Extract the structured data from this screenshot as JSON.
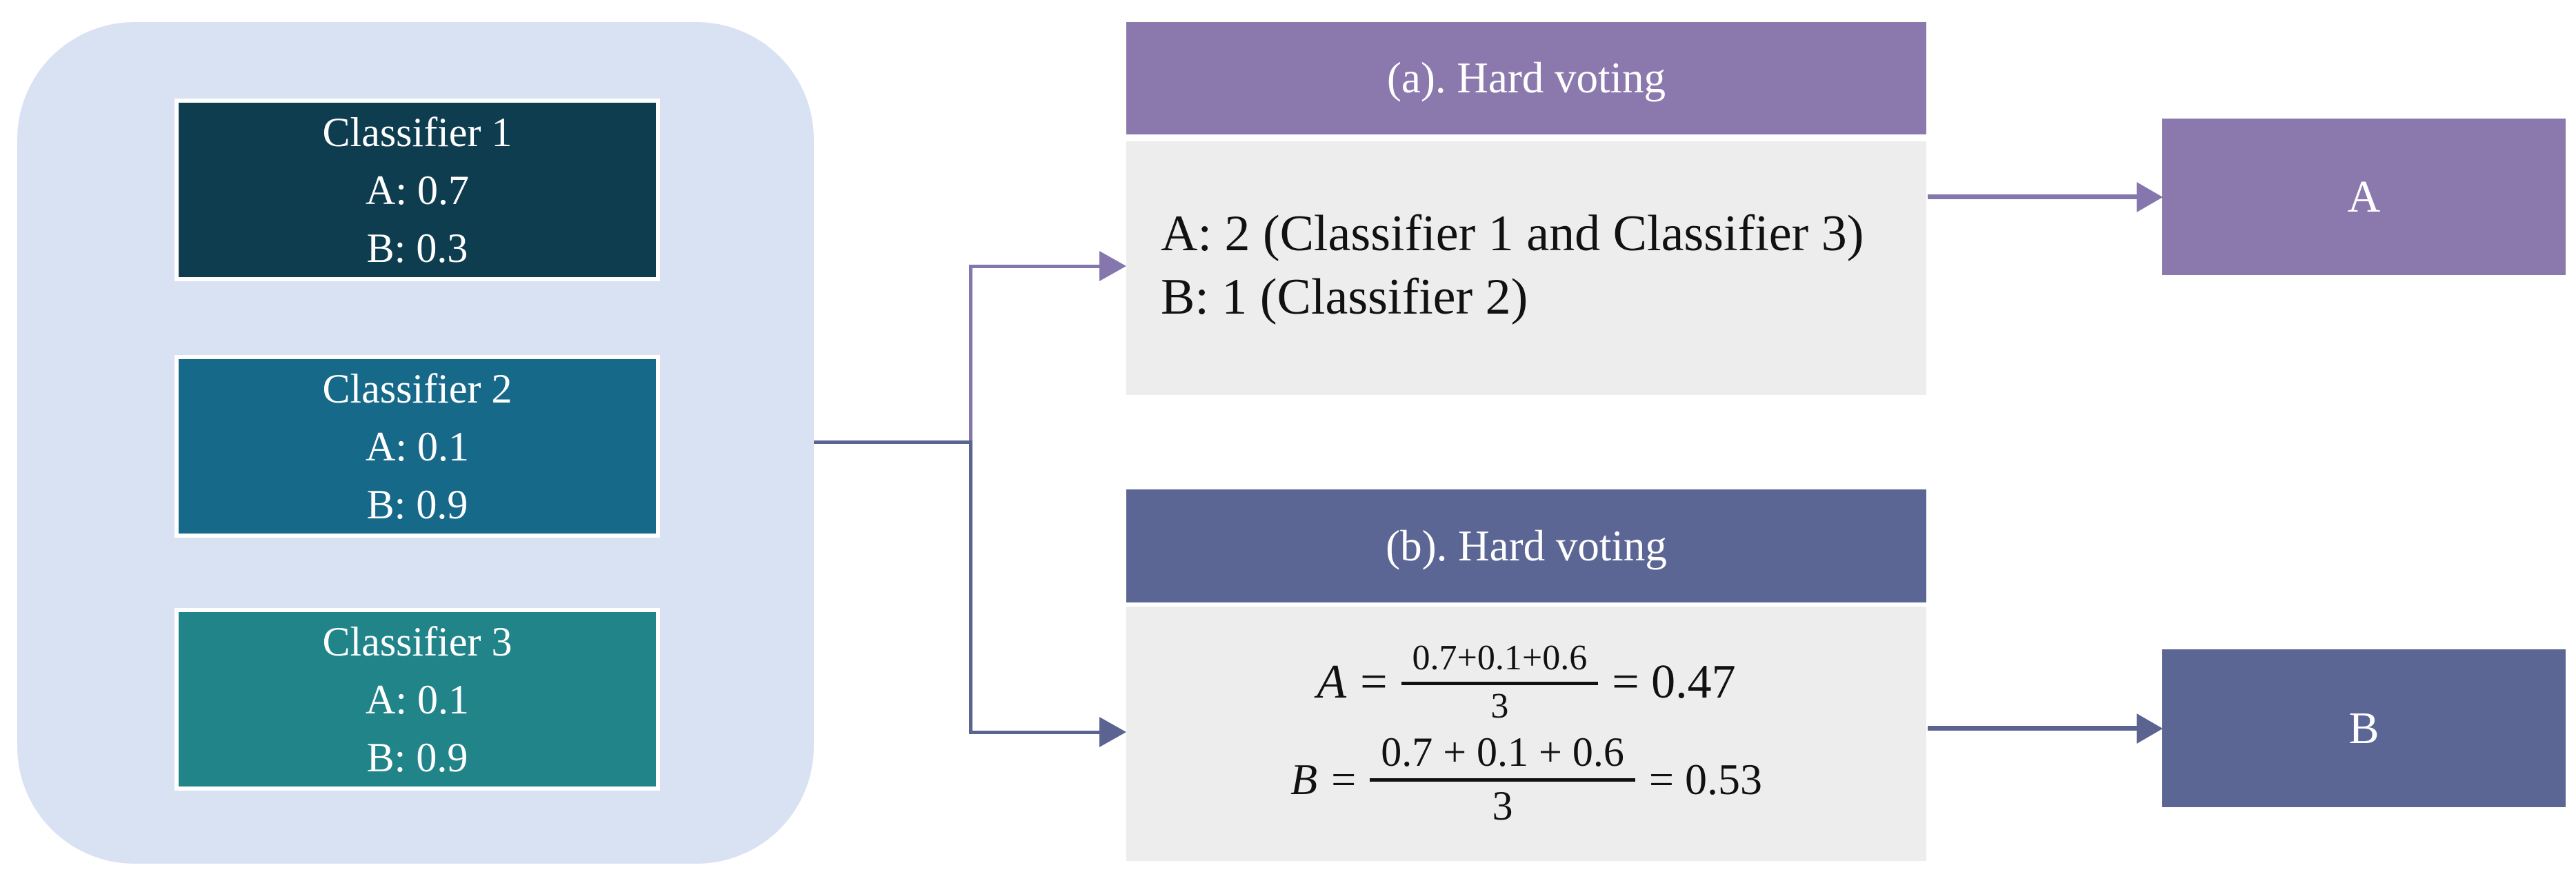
{
  "colors": {
    "container_bg": "#d9e2f3",
    "clf1_bg": "#0e3d50",
    "clf2_bg": "#17698a",
    "clf3_bg": "#218489",
    "purple_fill": "#8b79ae",
    "purple_line": "#8577ad",
    "slate_fill": "#5c6695",
    "slate_line": "#5b6491",
    "body_bg": "#ededed",
    "text_light": "#ffffff",
    "text_dark": "#111111"
  },
  "classifiers": [
    {
      "name": "Classifier 1",
      "prob_a": "A: 0.7",
      "prob_b": "B: 0.3"
    },
    {
      "name": "Classifier 2",
      "prob_a": "A: 0.1",
      "prob_b": "B: 0.9"
    },
    {
      "name": "Classifier 3",
      "prob_a": "A: 0.1",
      "prob_b": "B: 0.9"
    }
  ],
  "panel_a": {
    "title": "(a). Hard voting",
    "vote_line_a": "A: 2 (Classifier 1 and Classifier 3)",
    "vote_line_b": "B: 1 (Classifier 2)",
    "output": "A"
  },
  "panel_b": {
    "title": "(b). Hard voting",
    "formulas": [
      {
        "lhs": "A",
        "eq": "=",
        "numerator": "0.7+0.1+0.6",
        "denominator": "3",
        "equals_result": "= 0.47"
      },
      {
        "lhs": "B",
        "eq": "=",
        "numerator": "0.7 + 0.1 + 0.6",
        "denominator": "3",
        "equals_result": "= 0.53"
      }
    ],
    "output": "B"
  }
}
